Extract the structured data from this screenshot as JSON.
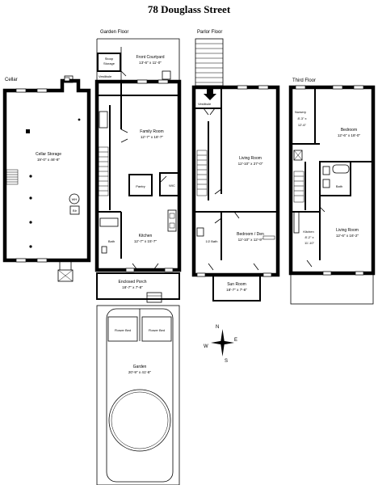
{
  "title": "78 Douglass Street",
  "floors": {
    "cellar": "Cellar",
    "garden": "Garden Floor",
    "parlor": "Parlor Floor",
    "third": "Third Floor"
  },
  "rooms": {
    "cellar_storage": {
      "name": "Cellar Storage",
      "dim": "19'-0\" x 46'-8\""
    },
    "wh": "WH",
    "blr": "Blr",
    "stoop_storage": {
      "name1": "Stoop",
      "name2": "Storage"
    },
    "front_courtyard": {
      "name": "Front Courtyard",
      "dim": "13'-6\" x 11'-0\""
    },
    "vestibule_garden": "Vestibule",
    "family_room": {
      "name": "Family Room",
      "dim": "12'-7\" x 18'-7\""
    },
    "pantry": "Pantry",
    "wic": "WIC",
    "bath_garden": "Bath",
    "kitchen_garden": {
      "name": "Kitchen",
      "dim": "12'-7\" x 15'-7\""
    },
    "enclosed_porch": {
      "name": "Enclosed Porch",
      "dim": "18'-7\" x 7'-8\""
    },
    "flower_bed_1": "Flower Bed",
    "flower_bed_2": "Flower Bed",
    "garden": {
      "name": "Garden",
      "dim": "20'-9\" x 41'-8\""
    },
    "vestibule_parlor": "Vestibule",
    "living_room_parlor": {
      "name": "Living Room",
      "dim": "12'-10\" x 27'-0\""
    },
    "half_bath": "1/2 Bath",
    "bedroom_den": {
      "name": "Bedroom / Den",
      "dim": "12'-10\" x 12'-9\""
    },
    "sun_room": {
      "name": "Sun Room",
      "dim": "18'-7\" x 7'-8\""
    },
    "nursery": {
      "name": "Nursery",
      "dim1": "8'-3\" x",
      "dim2": "12'-6\""
    },
    "bedroom_third": {
      "name": "Bedroom",
      "dim": "12'-6\" x 18'-0\""
    },
    "bath_third": "Bath",
    "kitchen_third": {
      "name": "Kitchen",
      "dim1": "8'-2\" x",
      "dim2": "11'-10\""
    },
    "living_room_third": {
      "name": "Living Room",
      "dim": "12'-6\" x 16'-2\""
    }
  },
  "compass": {
    "n": "N",
    "s": "S",
    "e": "E",
    "w": "W"
  },
  "colors": {
    "ink": "#000000",
    "paper": "#ffffff"
  }
}
